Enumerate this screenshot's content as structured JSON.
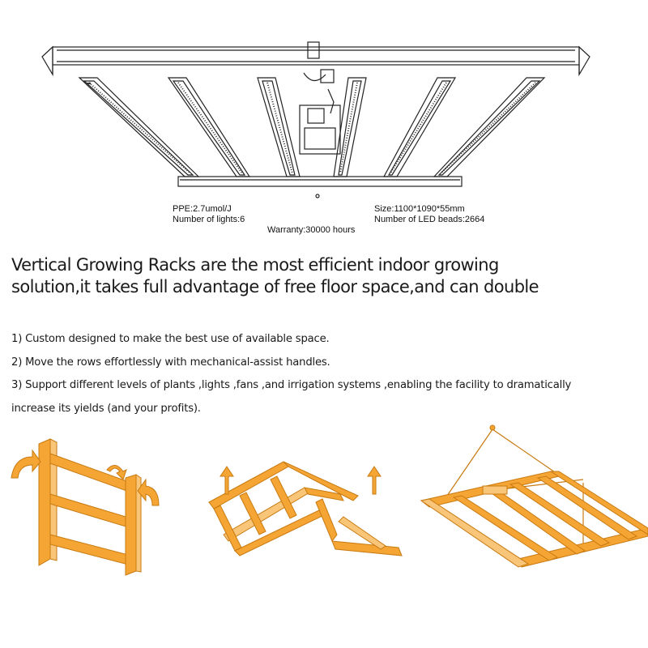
{
  "specs": {
    "ppe": "PPE:2.7umol/J",
    "lights": "Number of lights:6",
    "warranty": "Warranty:30000 hours",
    "size": "Size:1100*1090*55mm",
    "beads": "Number of LED beads:2664"
  },
  "headline": {
    "line1": "Vertical Growing Racks are the most efficient indoor growing",
    "line2": "solution,it takes full advantage of free floor space,and can double"
  },
  "features": [
    "1) Custom designed to make the best use of available space.",
    "2) Move the rows effortlessly with mechanical-assist handles.",
    "3) Support different levels of plants ,lights ,fans ,and irrigation systems ,enabling the facility to dramatically",
    "increase its yields (and your profits)."
  ],
  "colors": {
    "line_art": "#222222",
    "accent_orange": "#f0a030",
    "accent_orange_dark": "#c97a10",
    "text": "#1a1a1a"
  },
  "icons": {
    "hero": "led-grow-light-fixture-diagram",
    "fold1": "folded-light-with-rotate-arrows",
    "fold2": "half-unfolded-light-with-up-arrows",
    "fold3": "fully-unfolded-hanging-light"
  }
}
